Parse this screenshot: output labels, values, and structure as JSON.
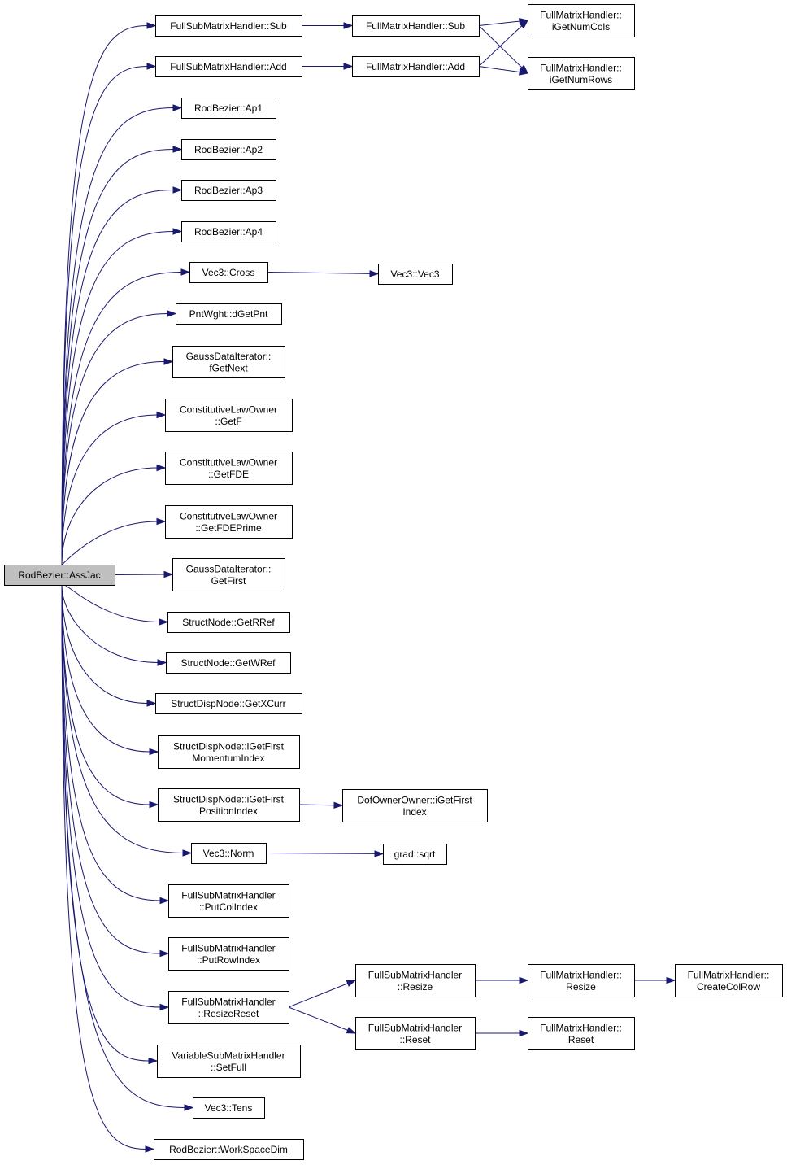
{
  "graph": {
    "root": "n0",
    "nodes": [
      {
        "id": "n0",
        "lines": [
          "RodBezier::AssJac"
        ],
        "highlight": true
      },
      {
        "id": "n1",
        "lines": [
          "FullSubMatrixHandler::Sub"
        ]
      },
      {
        "id": "n2",
        "lines": [
          "FullSubMatrixHandler::Add"
        ]
      },
      {
        "id": "n3",
        "lines": [
          "RodBezier::Ap1"
        ]
      },
      {
        "id": "n4",
        "lines": [
          "RodBezier::Ap2"
        ]
      },
      {
        "id": "n5",
        "lines": [
          "RodBezier::Ap3"
        ]
      },
      {
        "id": "n6",
        "lines": [
          "RodBezier::Ap4"
        ]
      },
      {
        "id": "n7",
        "lines": [
          "Vec3::Cross"
        ]
      },
      {
        "id": "n8",
        "lines": [
          "PntWght::dGetPnt"
        ]
      },
      {
        "id": "n9",
        "lines": [
          "GaussDataIterator::",
          "fGetNext"
        ]
      },
      {
        "id": "n10",
        "lines": [
          "ConstitutiveLawOwner",
          "::GetF"
        ]
      },
      {
        "id": "n11",
        "lines": [
          "ConstitutiveLawOwner",
          "::GetFDE"
        ]
      },
      {
        "id": "n12",
        "lines": [
          "ConstitutiveLawOwner",
          "::GetFDEPrime"
        ]
      },
      {
        "id": "n13",
        "lines": [
          "GaussDataIterator::",
          "GetFirst"
        ]
      },
      {
        "id": "n14",
        "lines": [
          "StructNode::GetRRef"
        ]
      },
      {
        "id": "n15",
        "lines": [
          "StructNode::GetWRef"
        ]
      },
      {
        "id": "n16",
        "lines": [
          "StructDispNode::GetXCurr"
        ]
      },
      {
        "id": "n17",
        "lines": [
          "StructDispNode::iGetFirst",
          "MomentumIndex"
        ]
      },
      {
        "id": "n18",
        "lines": [
          "StructDispNode::iGetFirst",
          "PositionIndex"
        ]
      },
      {
        "id": "n19",
        "lines": [
          "Vec3::Norm"
        ]
      },
      {
        "id": "n20",
        "lines": [
          "FullSubMatrixHandler",
          "::PutColIndex"
        ]
      },
      {
        "id": "n21",
        "lines": [
          "FullSubMatrixHandler",
          "::PutRowIndex"
        ]
      },
      {
        "id": "n22",
        "lines": [
          "FullSubMatrixHandler",
          "::ResizeReset"
        ]
      },
      {
        "id": "n23",
        "lines": [
          "VariableSubMatrixHandler",
          "::SetFull"
        ]
      },
      {
        "id": "n24",
        "lines": [
          "Vec3::Tens"
        ]
      },
      {
        "id": "n25",
        "lines": [
          "RodBezier::WorkSpaceDim"
        ]
      },
      {
        "id": "n26",
        "lines": [
          "FullMatrixHandler::Sub"
        ]
      },
      {
        "id": "n27",
        "lines": [
          "FullMatrixHandler::Add"
        ]
      },
      {
        "id": "n28",
        "lines": [
          "FullMatrixHandler::",
          "iGetNumCols"
        ]
      },
      {
        "id": "n29",
        "lines": [
          "FullMatrixHandler::",
          "iGetNumRows"
        ]
      },
      {
        "id": "n30",
        "lines": [
          "Vec3::Vec3"
        ]
      },
      {
        "id": "n31",
        "lines": [
          "DofOwnerOwner::iGetFirst",
          "Index"
        ]
      },
      {
        "id": "n32",
        "lines": [
          "grad::sqrt"
        ]
      },
      {
        "id": "n33",
        "lines": [
          "FullSubMatrixHandler",
          "::Resize"
        ]
      },
      {
        "id": "n34",
        "lines": [
          "FullSubMatrixHandler",
          "::Reset"
        ]
      },
      {
        "id": "n35",
        "lines": [
          "FullMatrixHandler::",
          "Resize"
        ]
      },
      {
        "id": "n36",
        "lines": [
          "FullMatrixHandler::",
          "Reset"
        ]
      },
      {
        "id": "n37",
        "lines": [
          "FullMatrixHandler::",
          "CreateColRow"
        ]
      }
    ],
    "edges": [
      [
        "n0",
        "n1"
      ],
      [
        "n0",
        "n2"
      ],
      [
        "n0",
        "n3"
      ],
      [
        "n0",
        "n4"
      ],
      [
        "n0",
        "n5"
      ],
      [
        "n0",
        "n6"
      ],
      [
        "n0",
        "n7"
      ],
      [
        "n0",
        "n8"
      ],
      [
        "n0",
        "n9"
      ],
      [
        "n0",
        "n10"
      ],
      [
        "n0",
        "n11"
      ],
      [
        "n0",
        "n12"
      ],
      [
        "n0",
        "n13"
      ],
      [
        "n0",
        "n14"
      ],
      [
        "n0",
        "n15"
      ],
      [
        "n0",
        "n16"
      ],
      [
        "n0",
        "n17"
      ],
      [
        "n0",
        "n18"
      ],
      [
        "n0",
        "n19"
      ],
      [
        "n0",
        "n20"
      ],
      [
        "n0",
        "n21"
      ],
      [
        "n0",
        "n22"
      ],
      [
        "n0",
        "n23"
      ],
      [
        "n0",
        "n24"
      ],
      [
        "n0",
        "n25"
      ],
      [
        "n1",
        "n26"
      ],
      [
        "n2",
        "n27"
      ],
      [
        "n26",
        "n28"
      ],
      [
        "n26",
        "n29"
      ],
      [
        "n27",
        "n28"
      ],
      [
        "n27",
        "n29"
      ],
      [
        "n7",
        "n30"
      ],
      [
        "n18",
        "n31"
      ],
      [
        "n19",
        "n32"
      ],
      [
        "n22",
        "n33"
      ],
      [
        "n22",
        "n34"
      ],
      [
        "n33",
        "n35"
      ],
      [
        "n34",
        "n36"
      ],
      [
        "n35",
        "n37"
      ]
    ]
  }
}
